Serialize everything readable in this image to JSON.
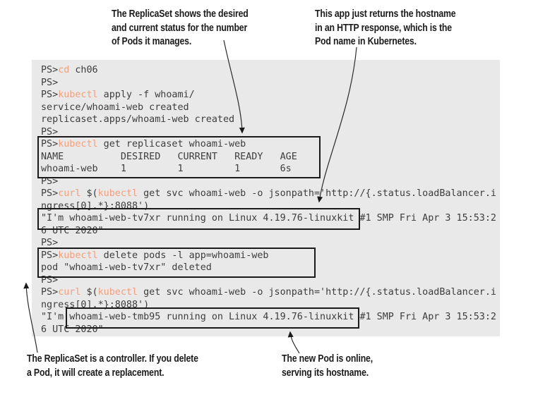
{
  "annotations": {
    "top_left": {
      "lines": [
        "The ReplicaSet shows the desired",
        "and current status for the number",
        "of Pods it manages."
      ]
    },
    "top_right": {
      "lines": [
        "This app just returns the hostname",
        "in an HTTP response, which is the",
        "Pod name in Kubernetes."
      ]
    },
    "bottom_left": {
      "lines": [
        "The ReplicaSet is a controller. If you delete",
        "a Pod, it will create a replacement."
      ]
    },
    "bottom_right": {
      "lines": [
        "The new Pod is online,",
        "serving its hostname."
      ]
    }
  },
  "terminal": {
    "prompt": "PS>",
    "colors": {
      "background": "#e9e9e9",
      "text": "#3d3d3d",
      "command": "#f0a07e",
      "highlight_border": "#1a1a1a"
    },
    "replicaset_table": {
      "headers": [
        "NAME",
        "DESIRED",
        "CURRENT",
        "READY",
        "AGE"
      ],
      "rows": [
        [
          "whoami-web",
          "1",
          "1",
          "1",
          "6s"
        ]
      ]
    },
    "lines": [
      {
        "segments": [
          {
            "text": "PS>",
            "style": "plain"
          },
          {
            "text": "cd",
            "style": "command"
          },
          {
            "text": " ch06",
            "style": "plain"
          }
        ]
      },
      {
        "segments": [
          {
            "text": "PS>",
            "style": "plain"
          }
        ]
      },
      {
        "segments": [
          {
            "text": "PS>",
            "style": "plain"
          },
          {
            "text": "kubectl",
            "style": "command"
          },
          {
            "text": " apply -f whoami/",
            "style": "plain"
          }
        ]
      },
      {
        "segments": [
          {
            "text": "service/whoami-web created",
            "style": "plain"
          }
        ]
      },
      {
        "segments": [
          {
            "text": "replicaset.apps/whoami-web created",
            "style": "plain"
          }
        ]
      },
      {
        "segments": [
          {
            "text": "PS>",
            "style": "plain"
          }
        ]
      },
      {
        "segments": [
          {
            "text": "PS>",
            "style": "plain"
          },
          {
            "text": "kubectl",
            "style": "command"
          },
          {
            "text": " get replicaset whoami-web",
            "style": "plain"
          }
        ]
      },
      {
        "segments": [
          {
            "text": "NAME          DESIRED   CURRENT   READY   AGE",
            "style": "plain"
          }
        ]
      },
      {
        "segments": [
          {
            "text": "whoami-web    1         1         1       6s",
            "style": "plain"
          }
        ]
      },
      {
        "segments": [
          {
            "text": "PS>",
            "style": "plain"
          }
        ]
      },
      {
        "segments": [
          {
            "text": "PS>",
            "style": "plain"
          },
          {
            "text": "curl",
            "style": "command"
          },
          {
            "text": " $(",
            "style": "plain"
          },
          {
            "text": "kubectl",
            "style": "command"
          },
          {
            "text": " get svc whoami-web -o jsonpath='http://{.status.loadBalancer.i",
            "style": "plain"
          }
        ]
      },
      {
        "segments": [
          {
            "text": "ngress[0].*}:8088')",
            "style": "plain"
          }
        ]
      },
      {
        "segments": [
          {
            "text": "\"I'm whoami-web-tv7xr running on Linux 4.19.76-linuxkit #1 SMP Fri Apr 3 15:53:2",
            "style": "plain"
          }
        ]
      },
      {
        "segments": [
          {
            "text": "6 UTC 2020\"",
            "style": "plain"
          }
        ]
      },
      {
        "segments": [
          {
            "text": "PS>",
            "style": "plain"
          }
        ]
      },
      {
        "segments": [
          {
            "text": "PS>",
            "style": "plain"
          },
          {
            "text": "kubectl",
            "style": "command"
          },
          {
            "text": " delete pods -l app=whoami-web",
            "style": "plain"
          }
        ]
      },
      {
        "segments": [
          {
            "text": "pod \"whoami-web-tv7xr\" deleted",
            "style": "plain"
          }
        ]
      },
      {
        "segments": [
          {
            "text": "PS>",
            "style": "plain"
          }
        ]
      },
      {
        "segments": [
          {
            "text": "PS>",
            "style": "plain"
          },
          {
            "text": "curl",
            "style": "command"
          },
          {
            "text": " $(",
            "style": "plain"
          },
          {
            "text": "kubectl",
            "style": "command"
          },
          {
            "text": " get svc whoami-web -o jsonpath='http://{.status.loadBalancer.i",
            "style": "plain"
          }
        ]
      },
      {
        "segments": [
          {
            "text": "ngress[0].*}:8088')",
            "style": "plain"
          }
        ]
      },
      {
        "segments": [
          {
            "text": "\"I'm whoami-web-tmb95 running on Linux 4.19.76-linuxkit #1 SMP Fri Apr 3 15:53:2",
            "style": "plain"
          }
        ]
      },
      {
        "segments": [
          {
            "text": "6 UTC 2020\"",
            "style": "plain"
          }
        ]
      }
    ]
  }
}
